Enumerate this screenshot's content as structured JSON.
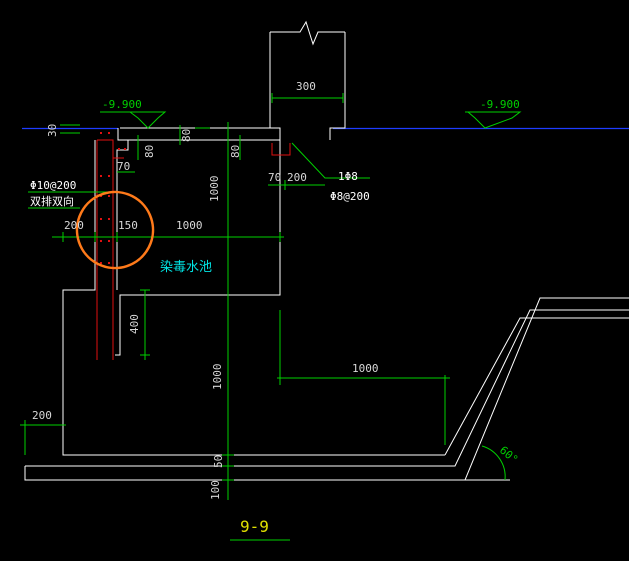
{
  "drawing": {
    "section_title": "9-9",
    "room_label": "染毒水池",
    "levels": {
      "left": "-9.900",
      "right": "-9.900"
    },
    "rebar": {
      "left_spec": "Φ10@200",
      "left_note": "双排双向",
      "right_main": "1Φ8",
      "right_stirrup": "Φ8@200"
    },
    "dims": {
      "wall_300": "300",
      "slab_30": "30",
      "slab_80a": "80",
      "slab_80b": "80",
      "slab_80c": "80",
      "cover_70_left": "70",
      "cover_70_right": "70",
      "right_200": "200",
      "pool_height_1000": "1000",
      "left_200": "200",
      "left_150": "150",
      "pool_width_1000": "1000",
      "wall_400": "400",
      "ramp_1000": "1000",
      "pit_1000": "1000",
      "bottom_200": "200",
      "base_50": "50",
      "base_100": "100",
      "angle": "60°"
    }
  },
  "colors": {
    "outline": "#ffffff",
    "dimension": "#00d000",
    "level_line": "#1e3cff",
    "rebar": "#e01010",
    "highlight": "#ff7a1a"
  }
}
